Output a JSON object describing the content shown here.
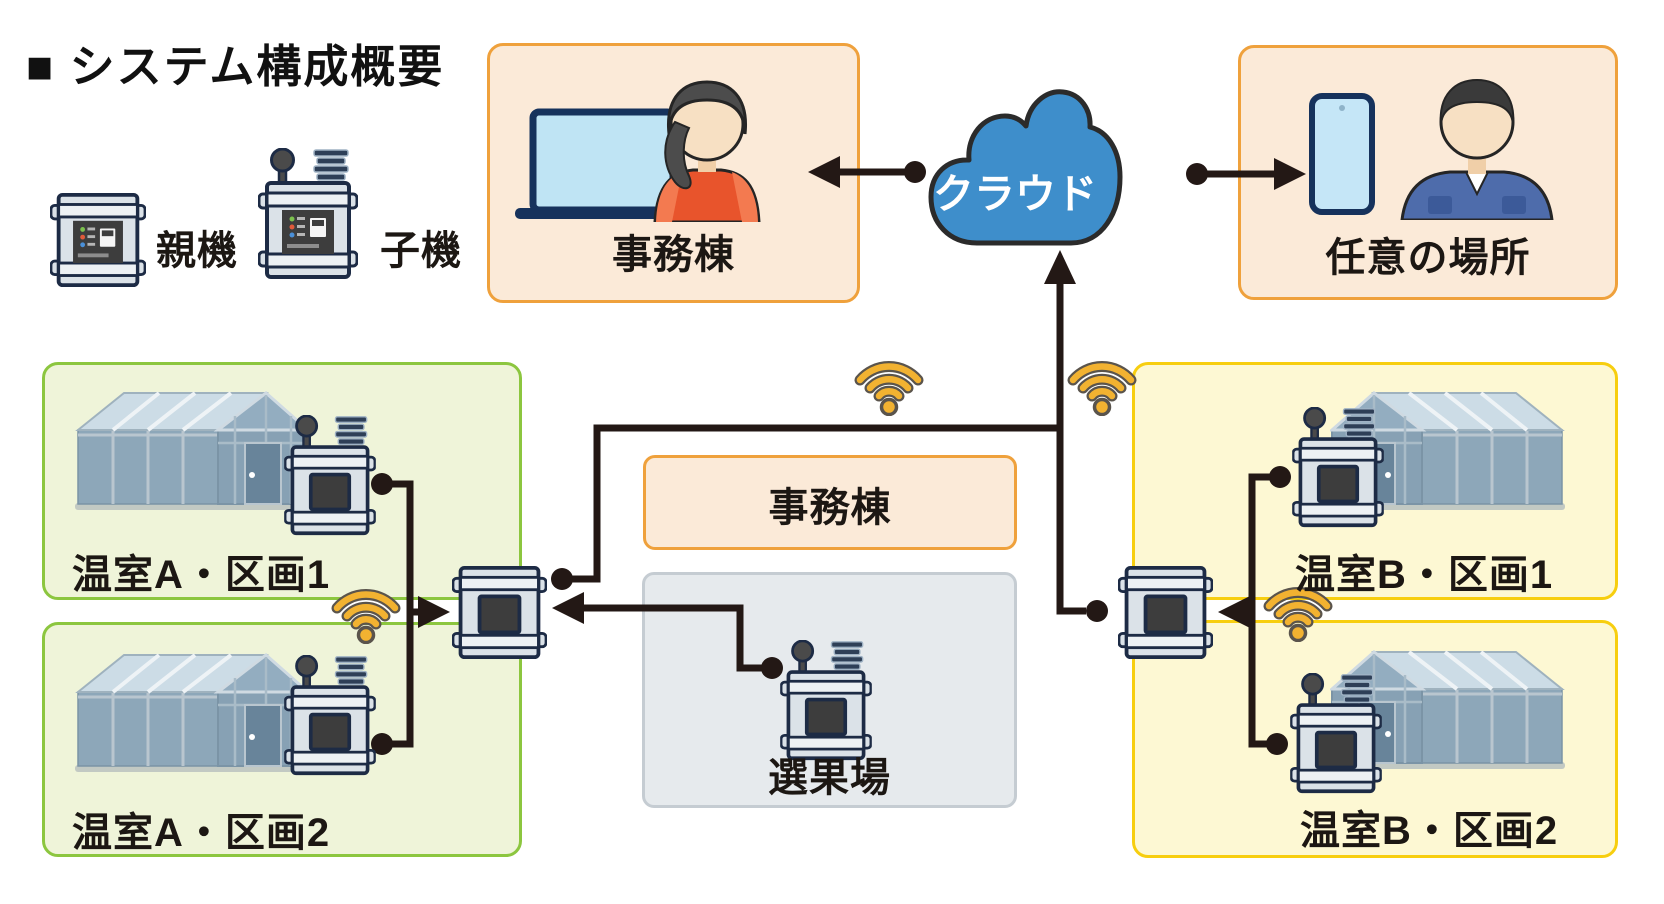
{
  "title": "■ システム構成概要",
  "legend": {
    "parent_label": "親機",
    "child_label": "子機"
  },
  "office_top": {
    "label": "事務棟"
  },
  "cloud": {
    "label": "クラウド"
  },
  "anywhere": {
    "label": "任意の場所"
  },
  "greenhouse_a1": {
    "label": "温室A・区画1"
  },
  "greenhouse_a2": {
    "label": "温室A・区画2"
  },
  "office_mid": {
    "label": "事務棟"
  },
  "sorting": {
    "label": "選果場"
  },
  "greenhouse_b1": {
    "label": "温室B・区画1"
  },
  "greenhouse_b2": {
    "label": "温室B・区画2"
  },
  "icons": {
    "wifi": "wifi-icon",
    "cloud": "cloud-icon",
    "parent_unit": "parent-unit-device-icon",
    "child_unit": "child-unit-device-icon",
    "greenhouse": "greenhouse-icon",
    "laptop_woman": "laptop-and-woman-icon",
    "phone_man": "smartphone-and-man-icon"
  },
  "colors": {
    "orange_border": "#efa13c",
    "orange_fill": "#fbead8",
    "green_border": "#8cc63f",
    "green_fill": "#eff4d9",
    "yellow_border": "#f7ce0f",
    "yellow_fill": "#fdf8d3",
    "gray_border": "#c5ccd2",
    "gray_fill": "#e6eaed",
    "cloud_blue": "#3e8ecb",
    "line_black": "#231815",
    "wifi_gold": "#f2b231"
  }
}
